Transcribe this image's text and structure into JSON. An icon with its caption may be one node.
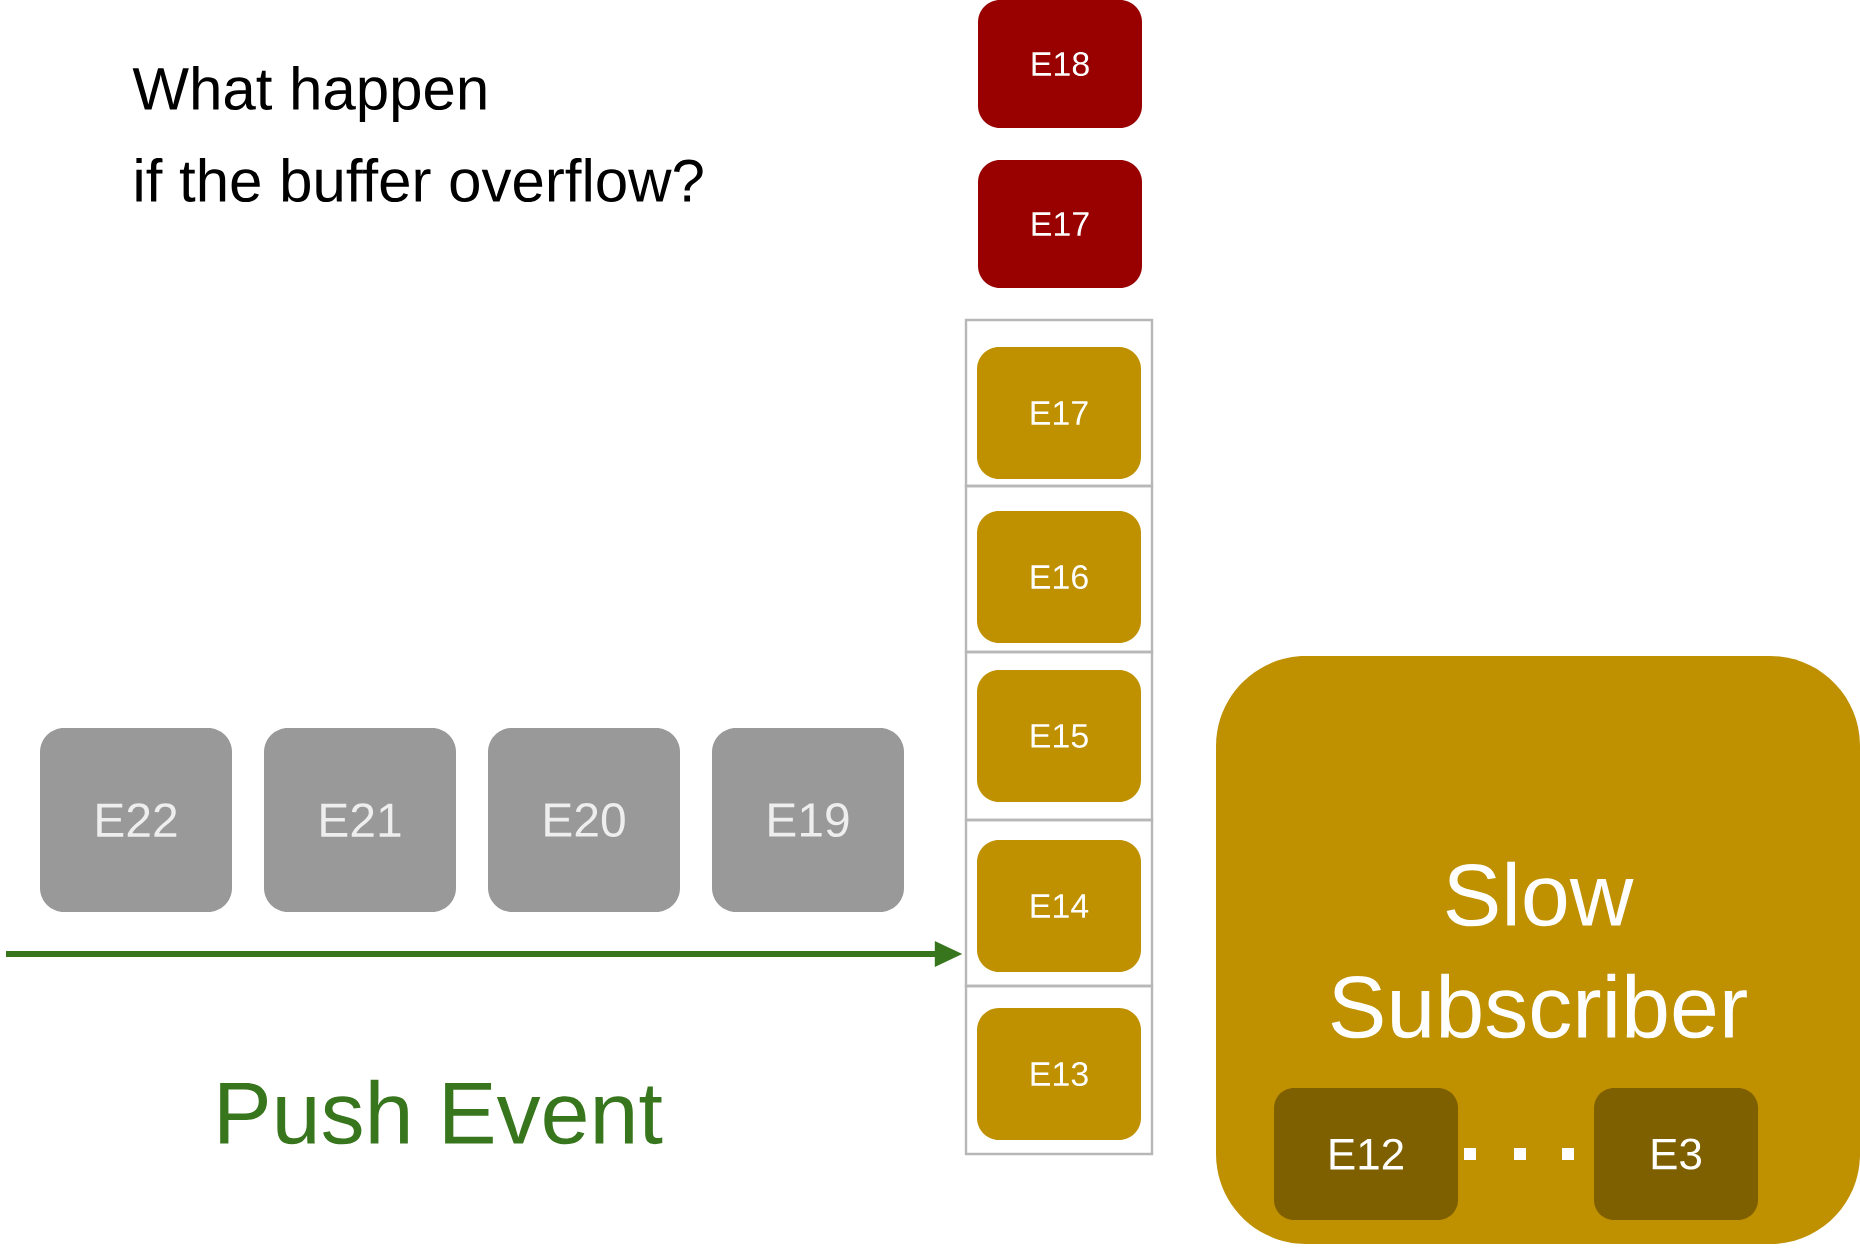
{
  "diagram": {
    "nodes": [
      {
        "text": [
          "E22"
        ]
      },
      {
        "text": [
          "E21"
        ]
      },
      {
        "text": [
          "E20"
        ]
      },
      {
        "text": [
          "E19"
        ]
      },
      {
        "text": [
          "E18"
        ]
      },
      {
        "text": [
          "E17"
        ]
      },
      {
        "text": [],
        "shape": "box"
      },
      {
        "text": [
          "E17"
        ],
        "in": 6
      },
      {
        "text": [],
        "shape": "box"
      },
      {
        "text": [
          "E16"
        ],
        "in": 8
      },
      {
        "text": [],
        "shape": "box"
      },
      {
        "text": [
          "E15"
        ],
        "in": 10
      },
      {
        "text": [],
        "shape": "box"
      },
      {
        "text": [
          "E14"
        ],
        "in": 12
      },
      {
        "text": [],
        "shape": "box"
      },
      {
        "text": [
          "E13"
        ],
        "in": 14
      },
      {
        "text": [
          "Slow Subscriber"
        ]
      },
      {
        "text": [
          "E12"
        ],
        "in": 16
      },
      {
        "text": [
          "E3"
        ],
        "in": 16
      }
    ],
    "edges": [
      {
        "from": null,
        "to": 12,
        "arrow": "to",
        "color": "#38761d"
      }
    ],
    "labels": [
      "What happen",
      "if the buffer overflow?",
      "Push Event"
    ]
  }
}
